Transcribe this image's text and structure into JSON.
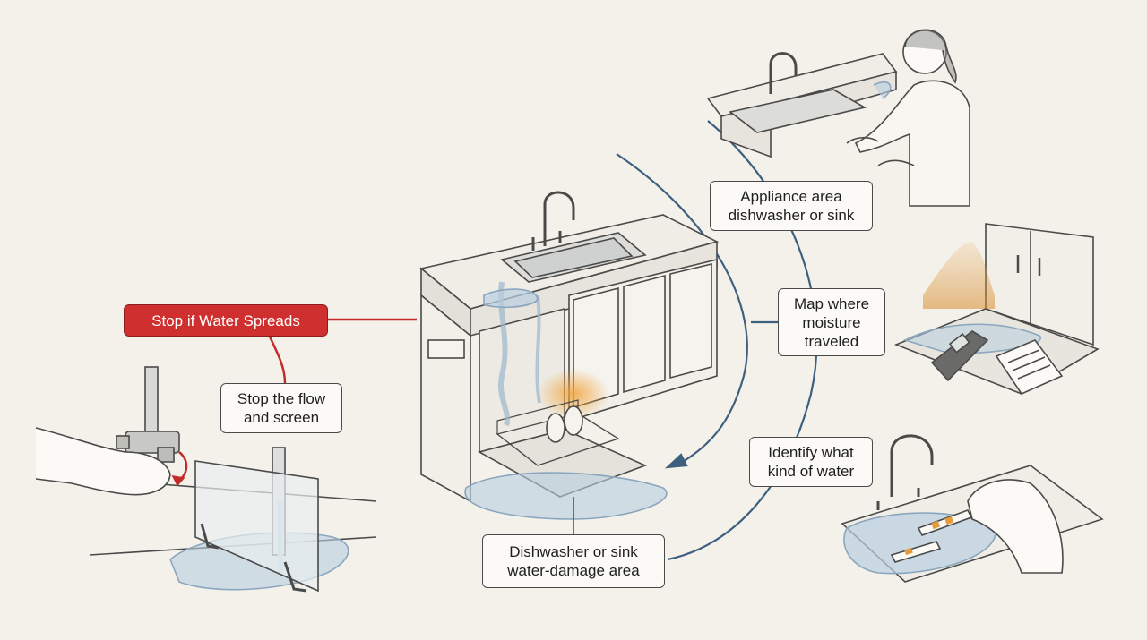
{
  "labels": {
    "stop_if_water_spreads": "Stop if Water Spreads",
    "stop_flow_line1": "Stop the flow",
    "stop_flow_line2": "and screen",
    "appliance_line1": "Appliance area",
    "appliance_line2": "dishwasher or sink",
    "map_line1": "Map where",
    "map_line2": "moisture",
    "map_line3": "traveled",
    "identify_line1": "Identify what",
    "identify_line2": "kind of water",
    "damage_line1": "Dishwasher or sink",
    "damage_line2": "water-damage area"
  },
  "colors": {
    "background": "#f3f1ea",
    "ink": "#4a4a4a",
    "accent_red": "#cf2f2f",
    "arc_blue": "#3f5f7f",
    "water_blue": "#b9cfe0",
    "stain_orange": "#e3a24a"
  },
  "icons": [
    "shutoff-valve-icon",
    "screen-barrier-icon",
    "dishwasher-icon",
    "sink-icon",
    "person-icon",
    "moisture-meter-icon",
    "notepad-icon",
    "test-strip-icon"
  ]
}
